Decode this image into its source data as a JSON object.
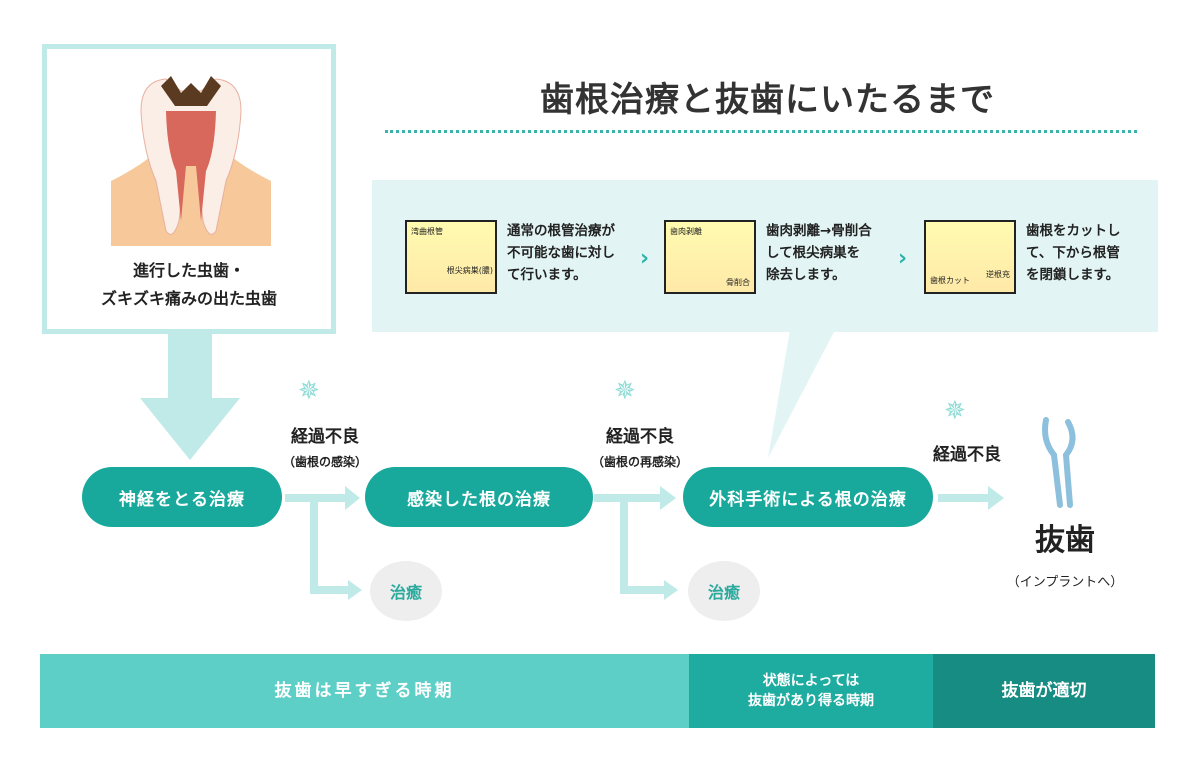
{
  "title": "歯根治療と抜歯にいたるまで",
  "start": {
    "caption_line1": "進行した虫歯・",
    "caption_line2": "ズキズキ痛みの出た虫歯"
  },
  "callout": {
    "steps": [
      {
        "text": "通常の根管治療が\n不可能な歯に対し\nて行います。",
        "labels": [
          "湾曲根管",
          "根尖病巣(膿)"
        ]
      },
      {
        "text": "歯肉剥離→骨削合\nして根尖病巣を\n除去します。",
        "labels": [
          "歯肉剥離",
          "骨削合"
        ]
      },
      {
        "text": "歯根をカットし\nて、下から根管\nを閉鎖します。",
        "labels": [
          "歯根カット",
          "逆根充"
        ]
      }
    ]
  },
  "flow": {
    "steps": [
      "神経をとる治療",
      "感染した根の治療",
      "外科手術による根の治療"
    ],
    "outcomes": [
      {
        "label": "経過不良",
        "sub": "（歯根の感染）"
      },
      {
        "label": "経過不良",
        "sub": "（歯根の再感染）"
      },
      {
        "label": "経過不良",
        "sub": ""
      }
    ],
    "healed": "治癒",
    "end": {
      "label": "抜歯",
      "sub": "（インプラントへ）"
    }
  },
  "timeline": [
    {
      "label": "抜歯は早すぎる時期",
      "color": "#5ecfc6"
    },
    {
      "label": "状態によっては\n抜歯があり得る時期",
      "color": "#1eaca0"
    },
    {
      "label": "抜歯が適切",
      "color": "#178c82"
    }
  ]
}
